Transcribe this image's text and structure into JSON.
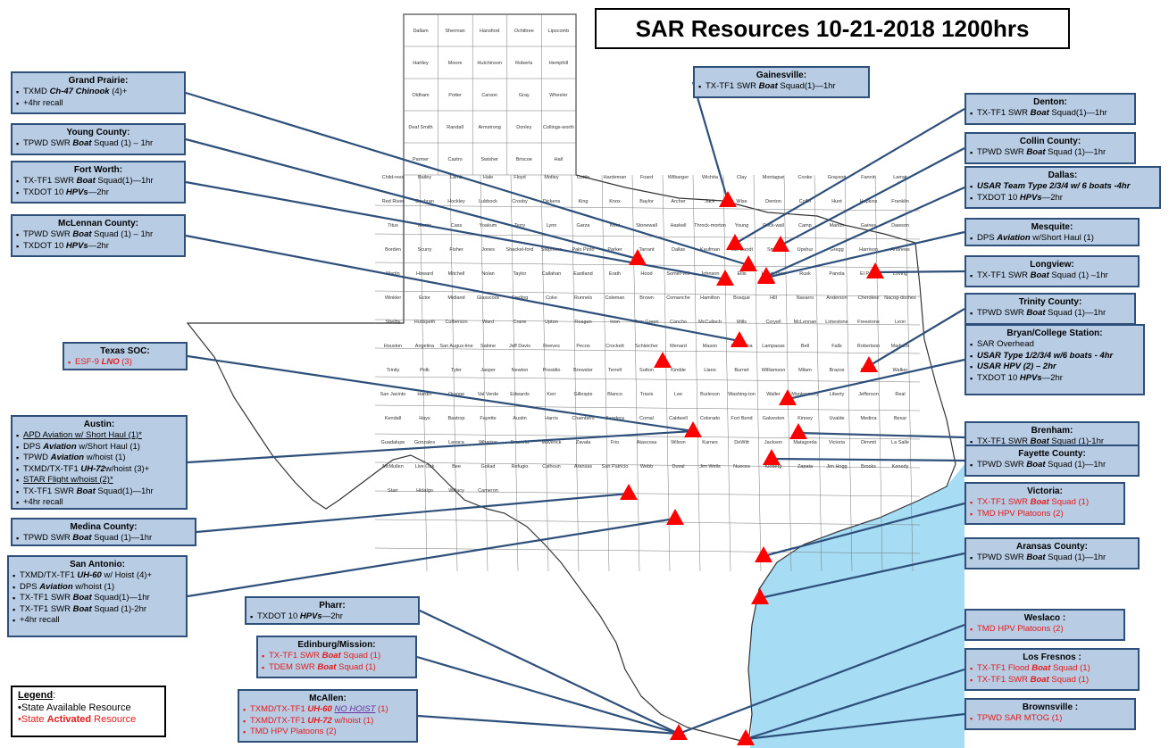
{
  "title": "SAR Resources 10-21-2018 1200hrs",
  "legend": {
    "heading": "Legend",
    "available": "•State Available Resource",
    "activated_prefix": "•State ",
    "activated_bold": "Activated",
    "activated_suffix": " Resource"
  },
  "colors": {
    "box_fill": "#b8cce4",
    "box_border": "#2e4f7a",
    "marker": "#ff0000",
    "gulf": "#a6dcf4",
    "activated": "#e31b1b"
  },
  "boxes": {
    "grand_prairie": {
      "heading": "Grand Prairie:",
      "items": [
        [
          "TXMD ",
          "Ch-47 Chinook",
          " (4)+"
        ],
        [
          "+4hr recall",
          "",
          ""
        ]
      ]
    },
    "young": {
      "heading": "Young County:",
      "items": [
        [
          "TPWD SWR ",
          "Boat",
          " Squad (1) – 1hr"
        ]
      ]
    },
    "fort_worth": {
      "heading": "Fort Worth:",
      "items": [
        [
          "TX-TF1 SWR ",
          "Boat",
          " Squad(1)—1hr"
        ],
        [
          "TXDOT  10  ",
          "HPVs",
          "—2hr"
        ]
      ]
    },
    "mclennan": {
      "heading": "McLennan County:",
      "items": [
        [
          "TPWD SWR ",
          "Boat",
          " Squad (1) – 1hr"
        ],
        [
          "TXDOT 10 ",
          "HPVs",
          "—2hr"
        ]
      ]
    },
    "texas_soc": {
      "heading": "Texas SOC:",
      "items": [
        [
          "ESF-9 ",
          "LNO",
          " (3)"
        ]
      ]
    },
    "austin": {
      "heading": "Austin:",
      "items": [
        [
          "APD Aviation w/ Short Haul (1)*",
          "",
          ""
        ],
        [
          "DPS ",
          "Aviation",
          " w/Short Haul (1)"
        ],
        [
          "TPWD ",
          "Aviation",
          " w/hoist (1)"
        ],
        [
          "TXMD/TX-TF1 ",
          "UH-72",
          "w/hoist (3)+"
        ],
        [
          "STAR Flight w/hoist (2)*",
          "",
          ""
        ],
        [
          "TX-TF1 SWR ",
          "Boat",
          " Squad(1)—1hr"
        ],
        [
          "+4hr recall",
          "",
          ""
        ]
      ]
    },
    "medina": {
      "heading": "Medina County:",
      "items": [
        [
          "TPWD SWR ",
          "Boat",
          " Squad (1)—1hr"
        ]
      ]
    },
    "san_antonio": {
      "heading": "San Antonio:",
      "items": [
        [
          "TXMD/TX-TF1 ",
          "UH-60",
          " w/ Hoist (4)+"
        ],
        [
          "DPS ",
          "Aviation",
          " w/hoist (1)"
        ],
        [
          "TX-TF1 SWR ",
          "Boat",
          " Squad(1)—1hr"
        ],
        [
          "TX-TF1  SWR ",
          "Boat",
          " Squad (1)-2hr"
        ],
        [
          "+4hr recall",
          "",
          ""
        ]
      ]
    },
    "pharr": {
      "heading": "Pharr:",
      "items": [
        [
          "TXDOT 10 ",
          "HPVs",
          "—2hr"
        ]
      ]
    },
    "edinburg": {
      "heading": "Edinburg/Mission:",
      "items": [
        [
          "TX-TF1 SWR ",
          "Boat",
          " Squad (1)"
        ],
        [
          "TDEM SWR ",
          "Boat",
          " Squad (1)"
        ]
      ]
    },
    "mcallen": {
      "heading": "McAllen:",
      "items": [
        [
          "TXMD/TX-TF1 ",
          "UH-60",
          " ",
          "NO HOIST",
          " (1)"
        ],
        [
          "TXMD/TX-TF1 ",
          "UH-72",
          " w/hoist (1)"
        ],
        [
          "TMD HPV Platoons (2)",
          "",
          ""
        ]
      ]
    },
    "gainesville": {
      "heading": "Gainesville:",
      "items": [
        [
          "TX-TF1 SWR ",
          "Boat",
          " Squad(1)—1hr"
        ]
      ]
    },
    "denton": {
      "heading": "Denton:",
      "items": [
        [
          "TX-TF1 SWR ",
          "Boat",
          " Squad(1)—1hr"
        ]
      ]
    },
    "collin": {
      "heading": "Collin County:",
      "items": [
        [
          "TPWD SWR ",
          "Boat",
          " Squad (1)—1hr"
        ]
      ]
    },
    "dallas": {
      "heading": "Dallas:",
      "items": [
        [
          "USAR",
          " Team Type 2/3/4 w/ 6 boats -4hr",
          ""
        ],
        [
          "TXDOT  10  ",
          "HPVs",
          "—2hr"
        ]
      ]
    },
    "mesquite": {
      "heading": "Mesquite:",
      "items": [
        [
          "DPS ",
          "Aviation",
          " w/Short Haul (1)"
        ]
      ]
    },
    "longview": {
      "heading": "Longview:",
      "items": [
        [
          "TX-TF1 SWR ",
          "Boat",
          " Squad (1) –1hr"
        ]
      ]
    },
    "trinity": {
      "heading": "Trinity County:",
      "items": [
        [
          "TPWD SWR ",
          "Boat",
          " Squad (1)—1hr"
        ]
      ]
    },
    "bryan": {
      "heading": "Bryan/College Station:",
      "items": [
        [
          "SAR Overhead",
          "",
          ""
        ],
        [
          "USAR",
          " Type 1/2/3/4 w/6 boats - 4hr",
          ""
        ],
        [
          "USAR HPV",
          " (2) – 2hr",
          ""
        ],
        [
          "TXDOT  10  ",
          "HPVs",
          "—2hr"
        ]
      ]
    },
    "brenham": {
      "heading": "Brenham:",
      "items": [
        [
          "TX-TF1 SWR ",
          "Boat",
          " Squad (1)-1hr"
        ]
      ]
    },
    "fayette": {
      "heading": "Fayette County:",
      "items": [
        [
          "TPWD SWR ",
          "Boat",
          " Squad (1)—1hr"
        ]
      ]
    },
    "victoria": {
      "heading": "Victoria:",
      "items": [
        [
          "TX-TF1 SWR ",
          "Boat",
          " Squad (1)"
        ],
        [
          "TMD HPV Platoons (2)",
          "",
          ""
        ]
      ]
    },
    "aransas": {
      "heading": "Aransas County:",
      "items": [
        [
          "TPWD SWR ",
          "Boat",
          " Squad (1)—1hr"
        ]
      ]
    },
    "weslaco": {
      "heading": "Weslaco :",
      "items": [
        [
          "TMD HPV Platoons (2)",
          "",
          ""
        ]
      ]
    },
    "los_fresnos": {
      "heading": "Los Fresnos :",
      "items": [
        [
          "TX-TF1 Flood ",
          "Boat",
          " Squad (1)"
        ],
        [
          "TX-TF1 SWR ",
          "Boat",
          " Squad (1)"
        ]
      ]
    },
    "brownsville": {
      "heading": "Brownsville :",
      "items": [
        [
          "TPWD SAR MTOG (1)",
          "",
          ""
        ]
      ]
    }
  },
  "counties": [
    "Dallam",
    "Sherman",
    "Hansford",
    "Ochiltree",
    "Lipscomb",
    "Hartley",
    "Moore",
    "Hutchinson",
    "Roberts",
    "Hemphill",
    "Oldham",
    "Potter",
    "Carson",
    "Gray",
    "Wheeler",
    "Deaf Smith",
    "Randall",
    "Armstrong",
    "Donley",
    "Collings-worth",
    "Parmer",
    "Castro",
    "Swisher",
    "Briscoe",
    "Hall",
    "Child-ress",
    "Bailey",
    "Lamb",
    "Hale",
    "Floyd",
    "Motley",
    "Cottle",
    "Hardeman",
    "Foard",
    "Wilbarger",
    "Wichita",
    "Clay",
    "Montague",
    "Cooke",
    "Grayson",
    "Fannin",
    "Lamar",
    "Red River",
    "Cochran",
    "Hockley",
    "Lubbock",
    "Crosby",
    "Dickens",
    "King",
    "Knox",
    "Baylor",
    "Archer",
    "Jack",
    "Wise",
    "Denton",
    "Collin",
    "Hunt",
    "Hopkins",
    "Franklin",
    "Titus",
    "Morris",
    "Cass",
    "Yoakum",
    "Terry",
    "Lynn",
    "Garza",
    "Kent",
    "Stonewall",
    "Haskell",
    "Throck-morton",
    "Young",
    "Rock-wall",
    "Camp",
    "Marion",
    "Gaines",
    "Dawson",
    "Borden",
    "Scurry",
    "Fisher",
    "Jones",
    "Shackel-ford",
    "Stephens",
    "Palo Pinto",
    "Parker",
    "Tarrant",
    "Dallas",
    "Kaufman",
    "Van Zandt",
    "Smith",
    "Upshur",
    "Gregg",
    "Harrison",
    "Andrews",
    "Martin",
    "Howard",
    "Mitchell",
    "Nolan",
    "Taylor",
    "Callahan",
    "Eastland",
    "Erath",
    "Hood",
    "Somer-vell",
    "Johnson",
    "Ellis",
    "Henderson",
    "Rusk",
    "Panola",
    "El Paso",
    "Loving",
    "Winkler",
    "Ector",
    "Midland",
    "Glasscock",
    "Sterling",
    "Coke",
    "Runnels",
    "Coleman",
    "Brown",
    "Comanche",
    "Hamilton",
    "Bosque",
    "Hill",
    "Navarro",
    "Anderson",
    "Cherokee",
    "Nacog-doches",
    "Shelby",
    "Hudspeth",
    "Culberson",
    "Ward",
    "Crane",
    "Upton",
    "Reagan",
    "Irion",
    "Tom Green",
    "Concho",
    "McCulloch",
    "Mills",
    "Coryell",
    "McLennan",
    "Limestone",
    "Freestone",
    "Leon",
    "Houston",
    "Angelina",
    "San Augus-tine",
    "Sabine",
    "Jeff Davis",
    "Reeves",
    "Pecos",
    "Crockett",
    "Schleicher",
    "Menard",
    "Mason",
    "San Saba",
    "Lampasas",
    "Bell",
    "Falls",
    "Robertson",
    "Madison",
    "Trinity",
    "Polk",
    "Tyler",
    "Jasper",
    "Newton",
    "Presidio",
    "Brewster",
    "Terrell",
    "Sutton",
    "Kimble",
    "Llano",
    "Burnet",
    "Williamson",
    "Milam",
    "Brazos",
    "Grimes",
    "Walker",
    "San Jacinto",
    "Hardin",
    "Orange",
    "Val Verde",
    "Edwards",
    "Kerr",
    "Gillespie",
    "Blanco",
    "Travis",
    "Lee",
    "Burleson",
    "Washing-ton",
    "Waller",
    "Montgomery",
    "Liberty",
    "Jefferson",
    "Real",
    "Kendall",
    "Hays",
    "Bastrop",
    "Fayette",
    "Austin",
    "Harris",
    "Chambers",
    "Bandera",
    "Comal",
    "Caldwell",
    "Colorado",
    "Fort Bend",
    "Galveston",
    "Kinney",
    "Uvalde",
    "Medina",
    "Bexar",
    "Guadalupe",
    "Gonzales",
    "Lavaca",
    "Wharton",
    "Brazoria",
    "Maverick",
    "Zavala",
    "Frio",
    "Atascosa",
    "Wilson",
    "Karnes",
    "DeWitt",
    "Jackson",
    "Matagorda",
    "Victoria",
    "Dimmit",
    "La Salle",
    "McMullen",
    "Live Oak",
    "Bee",
    "Goliad",
    "Refugio",
    "Calhoun",
    "Aransas",
    "San Patricio",
    "Webb",
    "Duval",
    "Jim Wells",
    "Nueces",
    "Kleberg",
    "Zapata",
    "Jim Hogg",
    "Brooks",
    "Kenedy",
    "Starr",
    "Hidalgo",
    "Willacy",
    "Cameron"
  ]
}
